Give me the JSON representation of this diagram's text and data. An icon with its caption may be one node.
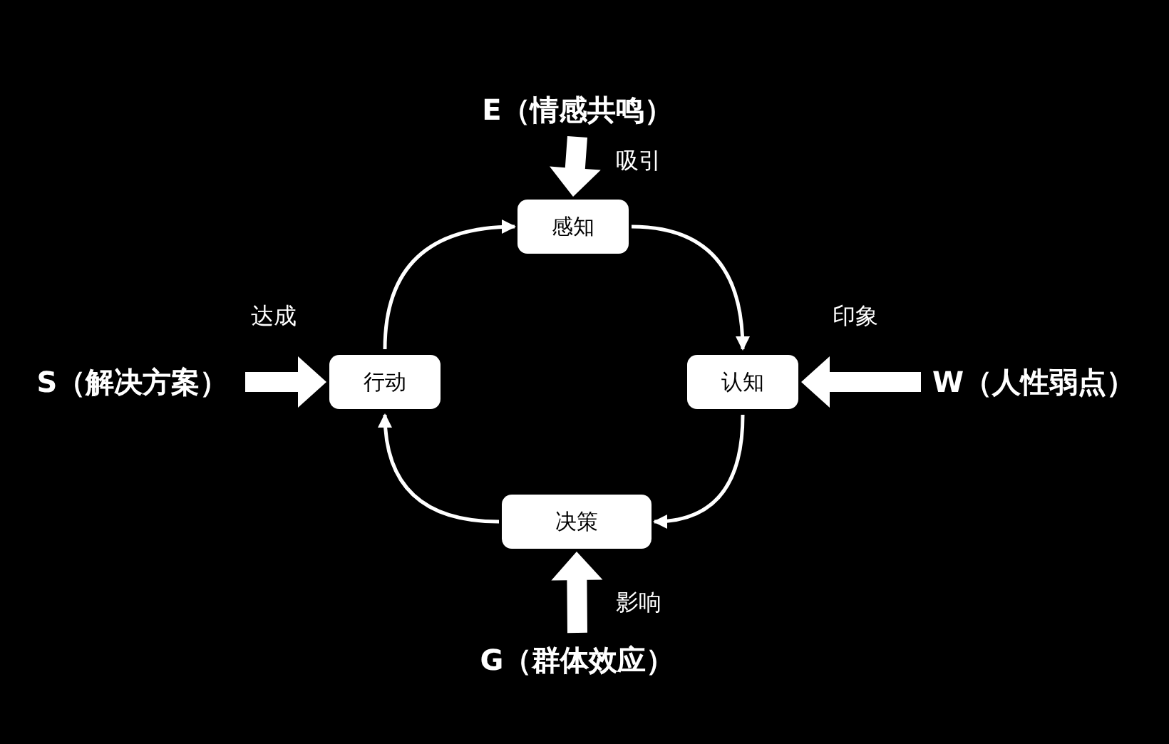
{
  "diagram": {
    "nodes": [
      {
        "text": [
          "感知"
        ]
      },
      {
        "text": [
          "认知"
        ]
      },
      {
        "text": [
          "决策"
        ]
      },
      {
        "text": [
          "行动"
        ]
      },
      {
        "text": [
          "E（情感共鸣）"
        ]
      },
      {
        "text": [
          "W（人性弱点）"
        ]
      },
      {
        "text": [
          "G（群体效应）"
        ]
      },
      {
        "text": [
          "S（解决方案）"
        ]
      }
    ],
    "edges": [
      {
        "from": 0,
        "to": 1,
        "arrow": "to"
      },
      {
        "from": 1,
        "to": 2,
        "arrow": "to"
      },
      {
        "from": 2,
        "to": 3,
        "arrow": "to"
      },
      {
        "from": 3,
        "to": 0,
        "arrow": "to"
      },
      {
        "from": 4,
        "to": 0,
        "arrow": "to",
        "label": "吸引",
        "style": "thick"
      },
      {
        "from": 5,
        "to": 1,
        "arrow": "to",
        "label": "印象",
        "style": "thick"
      },
      {
        "from": 6,
        "to": 2,
        "arrow": "to",
        "label": "影响",
        "style": "thick"
      },
      {
        "from": 7,
        "to": 3,
        "arrow": "to",
        "label": "达成",
        "style": "thick"
      }
    ]
  }
}
